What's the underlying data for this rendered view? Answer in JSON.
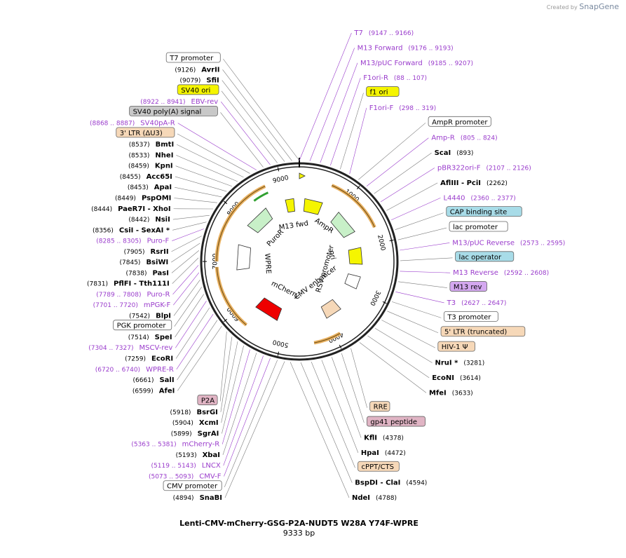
{
  "title": "Lenti-CMV-mCherry-GSG-P2A-NUDT5 W28A Y74F-WPRE",
  "size_label": "9333 bp",
  "brand": {
    "prefix": "Created by",
    "name": "SnapGene"
  },
  "colors": {
    "primer": "#9a3ccc",
    "site": "#000000",
    "feature_orange": "#f6c88f",
    "feature_yellow": "#f5f500",
    "feature_blue": "#a8dce8",
    "feature_gray": "#c8c8c8",
    "feature_pink": "#e0b4c4",
    "feature_violet": "#d4a8f0"
  },
  "ticks": [
    {
      "label": "1000",
      "bp": 1000
    },
    {
      "label": "2000",
      "bp": 2000
    },
    {
      "label": "3000",
      "bp": 3000
    },
    {
      "label": "4000",
      "bp": 4000
    },
    {
      "label": "5000",
      "bp": 5000
    },
    {
      "label": "6000",
      "bp": 6000
    },
    {
      "label": "7000",
      "bp": 7000
    },
    {
      "label": "8000",
      "bp": 8000
    },
    {
      "label": "9000",
      "bp": 9000
    }
  ],
  "features": [
    {
      "name": "M13 fwd",
      "icon": "arrow-feature",
      "color": "#f5f500"
    },
    {
      "name": "AmpR",
      "icon": "arrow-feature",
      "color": "#c8f0c8"
    },
    {
      "name": "ori",
      "icon": "arrow-feature",
      "color": "#f5f500"
    },
    {
      "name": "RSV promoter",
      "icon": "arrow-feature",
      "color": "#ffffff"
    },
    {
      "name": "CMV enhancer",
      "icon": "box-feature",
      "color": "#f6d8b8"
    },
    {
      "name": "mCherry",
      "icon": "arrow-feature",
      "color": "#ee0000"
    },
    {
      "name": "WPRE",
      "icon": "box-feature",
      "color": "#ffffff"
    },
    {
      "name": "PuroR",
      "icon": "arrow-feature",
      "color": "#c8f0c8"
    }
  ],
  "right_labels": [
    {
      "text": "T7",
      "pos": "(9147 .. 9166)",
      "kind": "primer"
    },
    {
      "text": "M13 Forward",
      "pos": "(9176 .. 9193)",
      "kind": "primer"
    },
    {
      "text": "M13/pUC Forward",
      "pos": "(9185 .. 9207)",
      "kind": "primer"
    },
    {
      "text": "F1ori-R",
      "pos": "(88 .. 107)",
      "kind": "primer"
    },
    {
      "text": "f1 ori",
      "pos": "",
      "kind": "box",
      "color": "#f5f500"
    },
    {
      "text": "F1ori-F",
      "pos": "(298 .. 319)",
      "kind": "primer"
    },
    {
      "text": "AmpR promoter",
      "pos": "",
      "kind": "box",
      "color": "#ffffff"
    },
    {
      "text": "Amp-R",
      "pos": "(805 .. 824)",
      "kind": "primer"
    },
    {
      "text": "ScaI",
      "pos": "(893)",
      "kind": "site"
    },
    {
      "text": "pBR322ori-F",
      "pos": "(2107 .. 2126)",
      "kind": "primer"
    },
    {
      "text": "AflIII  -  PciI",
      "pos": "(2262)",
      "kind": "site"
    },
    {
      "text": "L4440",
      "pos": "(2360 .. 2377)",
      "kind": "primer"
    },
    {
      "text": "CAP binding site",
      "pos": "",
      "kind": "box",
      "color": "#a8dce8"
    },
    {
      "text": "lac promoter",
      "pos": "",
      "kind": "box",
      "color": "#ffffff"
    },
    {
      "text": "M13/pUC Reverse",
      "pos": "(2573 .. 2595)",
      "kind": "primer"
    },
    {
      "text": "lac operator",
      "pos": "",
      "kind": "box",
      "color": "#a8dce8"
    },
    {
      "text": "M13 Reverse",
      "pos": "(2592 .. 2608)",
      "kind": "primer"
    },
    {
      "text": "M13 rev",
      "pos": "",
      "kind": "box",
      "color": "#d4a8f0"
    },
    {
      "text": "T3",
      "pos": "(2627 .. 2647)",
      "kind": "primer"
    },
    {
      "text": "T3 promoter",
      "pos": "",
      "kind": "box",
      "color": "#ffffff"
    },
    {
      "text": "5' LTR (truncated)",
      "pos": "",
      "kind": "box",
      "color": "#f6d8b8"
    },
    {
      "text": "HIV-1 Ψ",
      "pos": "",
      "kind": "box",
      "color": "#f6d8b8"
    },
    {
      "text": "NruI *",
      "pos": "(3281)",
      "kind": "site"
    },
    {
      "text": "EcoNI",
      "pos": "(3614)",
      "kind": "site"
    },
    {
      "text": "MfeI",
      "pos": "(3633)",
      "kind": "site"
    },
    {
      "text": "RRE",
      "pos": "",
      "kind": "box",
      "color": "#f6d8b8"
    },
    {
      "text": "gp41 peptide",
      "pos": "",
      "kind": "box",
      "color": "#e0b4c4"
    },
    {
      "text": "KflI",
      "pos": "(4378)",
      "kind": "site"
    },
    {
      "text": "HpaI",
      "pos": "(4472)",
      "kind": "site"
    },
    {
      "text": "cPPT/CTS",
      "pos": "",
      "kind": "box",
      "color": "#f6d8b8"
    },
    {
      "text": "BspDI  -  ClaI",
      "pos": "(4594)",
      "kind": "site"
    },
    {
      "text": "NdeI",
      "pos": "(4788)",
      "kind": "site"
    }
  ],
  "left_labels": [
    {
      "text": "T7 promoter",
      "pos": "",
      "kind": "box",
      "color": "#ffffff"
    },
    {
      "text": "AvrII",
      "pos": "(9126)",
      "kind": "site"
    },
    {
      "text": "SfiI",
      "pos": "(9079)",
      "kind": "site"
    },
    {
      "text": "SV40 ori",
      "pos": "",
      "kind": "box",
      "color": "#f5f500"
    },
    {
      "text": "EBV-rev",
      "pos": "(8922 .. 8941)",
      "kind": "primer"
    },
    {
      "text": "SV40 poly(A) signal",
      "pos": "",
      "kind": "box",
      "color": "#c8c8c8"
    },
    {
      "text": "SV40pA-R",
      "pos": "(8868 .. 8887)",
      "kind": "primer"
    },
    {
      "text": "3' LTR (ΔU3)",
      "pos": "",
      "kind": "box",
      "color": "#f6d8b8"
    },
    {
      "text": "BmtI",
      "pos": "(8537)",
      "kind": "site"
    },
    {
      "text": "NheI",
      "pos": "(8533)",
      "kind": "site"
    },
    {
      "text": "KpnI",
      "pos": "(8459)",
      "kind": "site"
    },
    {
      "text": "Acc65I",
      "pos": "(8455)",
      "kind": "site"
    },
    {
      "text": "ApaI",
      "pos": "(8453)",
      "kind": "site"
    },
    {
      "text": "PspOMI",
      "pos": "(8449)",
      "kind": "site"
    },
    {
      "text": "PaeR7I  -  XhoI",
      "pos": "(8444)",
      "kind": "site"
    },
    {
      "text": "NsiI",
      "pos": "(8442)",
      "kind": "site"
    },
    {
      "text": "CsiI  -  SexAI *",
      "pos": "(8356)",
      "kind": "site"
    },
    {
      "text": "Puro-F",
      "pos": "(8285 .. 8305)",
      "kind": "primer"
    },
    {
      "text": "RsrII",
      "pos": "(7905)",
      "kind": "site"
    },
    {
      "text": "BsiWI",
      "pos": "(7845)",
      "kind": "site"
    },
    {
      "text": "PasI",
      "pos": "(7838)",
      "kind": "site"
    },
    {
      "text": "PflFI  -  Tth111I",
      "pos": "(7831)",
      "kind": "site"
    },
    {
      "text": "Puro-R",
      "pos": "(7789 .. 7808)",
      "kind": "primer"
    },
    {
      "text": "mPGK-F",
      "pos": "(7701 .. 7720)",
      "kind": "primer"
    },
    {
      "text": "BlpI",
      "pos": "(7542)",
      "kind": "site"
    },
    {
      "text": "PGK promoter",
      "pos": "",
      "kind": "box",
      "color": "#ffffff"
    },
    {
      "text": "SpeI",
      "pos": "(7514)",
      "kind": "site"
    },
    {
      "text": "MSCV-rev",
      "pos": "(7304 .. 7327)",
      "kind": "primer"
    },
    {
      "text": "EcoRI",
      "pos": "(7259)",
      "kind": "site"
    },
    {
      "text": "WPRE-R",
      "pos": "(6720 .. 6740)",
      "kind": "primer"
    },
    {
      "text": "SalI",
      "pos": "(6661)",
      "kind": "site"
    },
    {
      "text": "AfeI",
      "pos": "(6599)",
      "kind": "site"
    },
    {
      "text": "P2A",
      "pos": "",
      "kind": "box",
      "color": "#e0b4c4"
    },
    {
      "text": "BsrGI",
      "pos": "(5918)",
      "kind": "site"
    },
    {
      "text": "XcmI",
      "pos": "(5904)",
      "kind": "site"
    },
    {
      "text": "SgrAI",
      "pos": "(5899)",
      "kind": "site"
    },
    {
      "text": "mCherry-R",
      "pos": "(5363 .. 5381)",
      "kind": "primer"
    },
    {
      "text": "XbaI",
      "pos": "(5193)",
      "kind": "site"
    },
    {
      "text": "LNCX",
      "pos": "(5119 .. 5143)",
      "kind": "primer"
    },
    {
      "text": "CMV-F",
      "pos": "(5073 .. 5093)",
      "kind": "primer"
    },
    {
      "text": "CMV promoter",
      "pos": "",
      "kind": "box",
      "color": "#ffffff"
    },
    {
      "text": "SnaBI",
      "pos": "(4894)",
      "kind": "site"
    }
  ]
}
